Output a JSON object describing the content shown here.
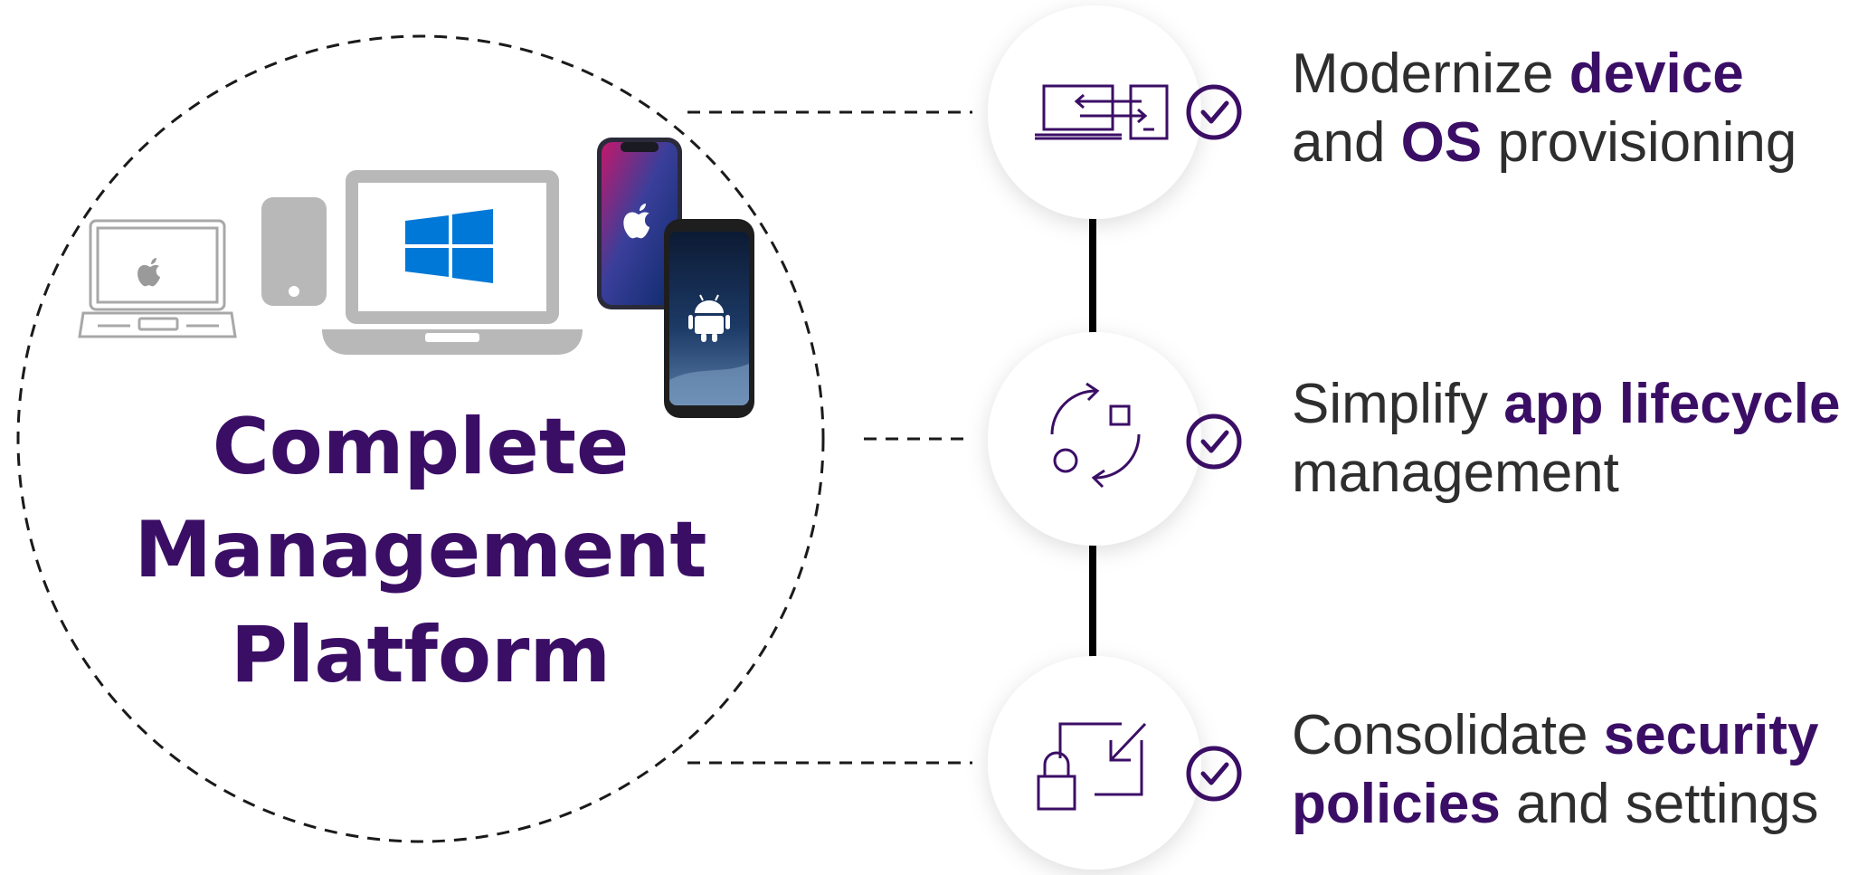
{
  "platform": {
    "title_lines": [
      "Complete",
      "Management",
      "Platform"
    ]
  },
  "features": [
    {
      "icon": "device-transfer-icon",
      "line1": [
        "Modernize ",
        "device"
      ],
      "line2": [
        "and ",
        "OS",
        " provisioning"
      ]
    },
    {
      "icon": "app-lifecycle-icon",
      "line1": [
        "Simplify ",
        "app lifecycle"
      ],
      "line2": [
        "management"
      ]
    },
    {
      "icon": "security-policy-icon",
      "line1": [
        "Consolidate ",
        "security"
      ],
      "line2": [
        "policies",
        " and settings"
      ]
    }
  ],
  "colors": {
    "brand_purple": "#3b0e66",
    "device_gray": "#b3b3b3",
    "windows_blue": "#0078d7",
    "text_dark": "#2e2e2e"
  }
}
